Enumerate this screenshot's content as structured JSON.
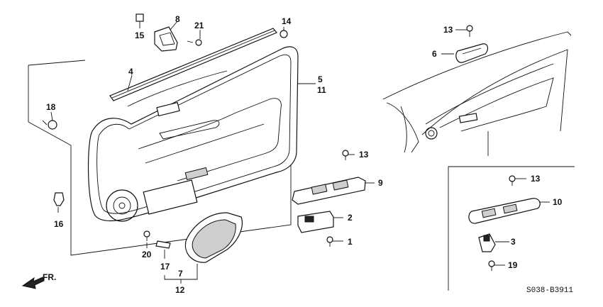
{
  "diagram": {
    "code": "S038-B3911",
    "direction_label": "FR.",
    "callouts": [
      "1",
      "2",
      "3",
      "4",
      "5",
      "11",
      "6",
      "7",
      "12",
      "8",
      "9",
      "10",
      "13",
      "13",
      "13",
      "14",
      "15",
      "16",
      "17",
      "18",
      "19",
      "20",
      "21"
    ]
  }
}
